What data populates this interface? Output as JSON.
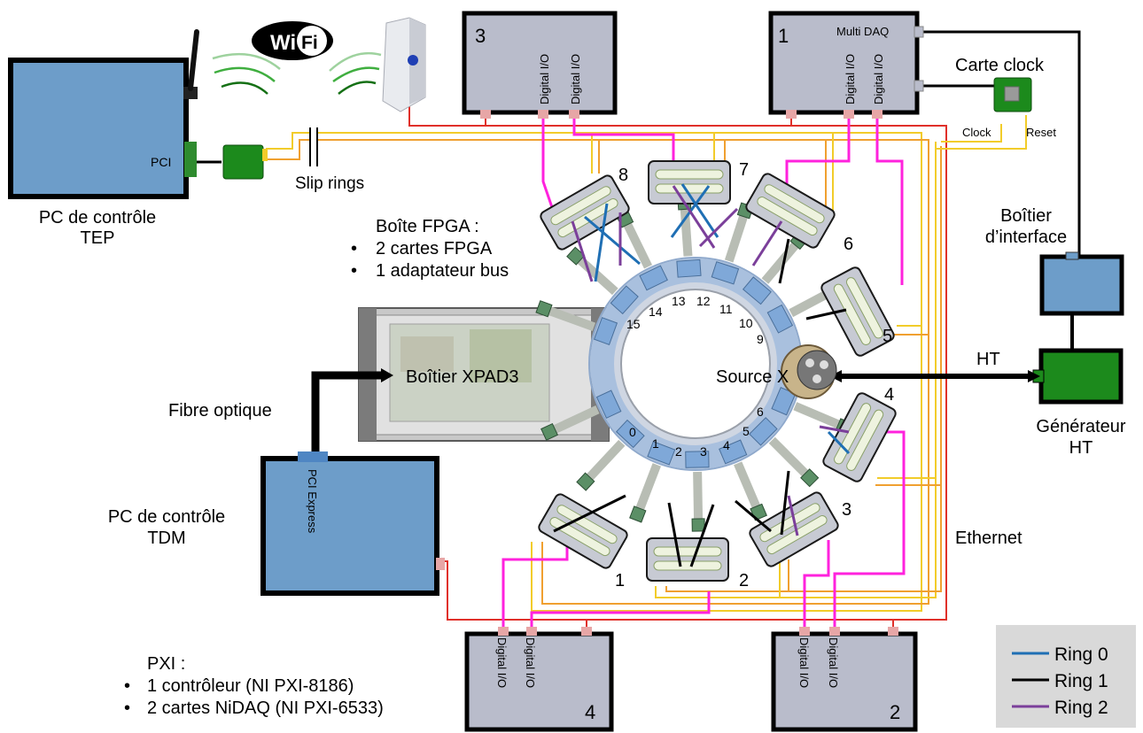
{
  "pc_tep": {
    "label_line1": "PC de contrôle",
    "label_line2": "TEP",
    "port": "PCI"
  },
  "pc_tdm": {
    "label_line1": "PC de contrôle",
    "label_line2": "TDM",
    "port": "PCI Express"
  },
  "wifi": {
    "logo": "Wi Fi",
    "router_icon": "router-icon",
    "antenna_icon": "antenna-icon"
  },
  "slip_rings": "Slip rings",
  "fpga_box": {
    "title": "Boîte FPGA :",
    "items": [
      "2 cartes FPGA",
      "1 adaptateur bus"
    ]
  },
  "xpad_box": "Boîtier XPAD3",
  "source": "Source X",
  "fibre": "Fibre optique",
  "carte_clock": {
    "title": "Carte clock",
    "clock": "Clock",
    "reset": "Reset"
  },
  "interface_box": {
    "line1": "Boîtier",
    "line2": "d’interface"
  },
  "ht_label": "HT",
  "generator": {
    "line1": "Générateur",
    "line2": "HT"
  },
  "ethernet": "Ethernet",
  "daq_top_3": {
    "number": "3",
    "ports": [
      "Digital I/O",
      "Digital I/O"
    ]
  },
  "daq_top_1": {
    "number": "1",
    "title": "Multi DAQ",
    "ports": [
      "Digital I/O",
      "Digital I/O"
    ]
  },
  "daq_bottom_4": {
    "number": "4",
    "ports": [
      "Digital I/O",
      "Digital I/O"
    ]
  },
  "daq_bottom_2": {
    "number": "2",
    "ports": [
      "Digital I/O",
      "Digital I/O"
    ]
  },
  "pxi": {
    "title": "PXI :",
    "items": [
      "1 contrôleur (NI PXI-8186)",
      "2 cartes NiDAQ (NI PXI-6533)"
    ]
  },
  "fpga_board_numbers": [
    "8",
    "7",
    "6",
    "5",
    "4",
    "3",
    "2",
    "1"
  ],
  "module_numbers_top": [
    "15",
    "14",
    "13",
    "12",
    "11",
    "10",
    "9"
  ],
  "module_numbers_bottom": [
    "0",
    "1",
    "2",
    "3",
    "4",
    "5",
    "6"
  ],
  "legend": [
    {
      "label": "Ring 0",
      "color": "#1f6fb4"
    },
    {
      "label": "Ring 1",
      "color": "#000000"
    },
    {
      "label": "Ring 2",
      "color": "#7b3f9a"
    }
  ],
  "colors": {
    "box_blue": "#6d9dc9",
    "box_gray": "#b9bccb",
    "ethernet_red": "#e0302a",
    "digital_magenta": "#ff22dd",
    "cable_yellow": "#f2cc2a",
    "cable_orange": "#f0a030",
    "board_green": "#1c8a1c"
  }
}
